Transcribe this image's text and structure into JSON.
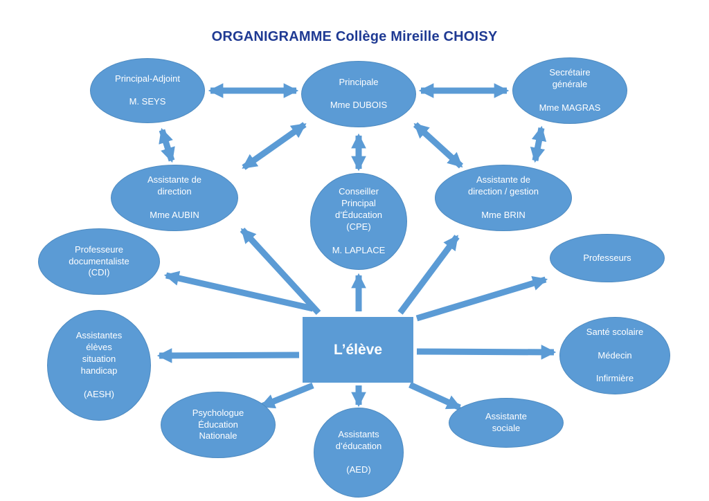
{
  "title": "ORGANIGRAMME Collège Mireille CHOISY",
  "center": {
    "label": "L’élève"
  },
  "nodes": {
    "principal_adjoint": {
      "label": "Principal-Adjoint\n\nM. SEYS"
    },
    "principale": {
      "label": "Principale\n\nMme DUBOIS"
    },
    "secretaire_generale": {
      "label": "Secrétaire\ngénérale\n\nMme MAGRAS"
    },
    "assistante_direction": {
      "label": "Assistante de\ndirection\n\nMme AUBIN"
    },
    "cpe": {
      "label": "Conseiller\nPrincipal\nd’Éducation\n(CPE)\n\nM. LAPLACE"
    },
    "assistante_direction_gestion": {
      "label": "Assistante de\ndirection / gestion\n\nMme BRIN"
    },
    "professeure_documentaliste": {
      "label": "Professeure\ndocumentaliste\n(CDI)"
    },
    "professeurs": {
      "label": "Professeurs"
    },
    "aesh": {
      "label": "Assistantes\nélèves\nsituation\nhandicap\n\n(AESH)"
    },
    "sante_scolaire": {
      "label": "Santé scolaire\n\nMédecin\n\nInfirmière"
    },
    "psychologue": {
      "label": "Psychologue\nÉducation\nNationale"
    },
    "aed": {
      "label": "Assistants\nd’éducation\n\n(AED)"
    },
    "assistante_sociale": {
      "label": "Assistante\nsociale"
    }
  },
  "edges": [
    {
      "from": "principal_adjoint",
      "to": "principale",
      "type": "double"
    },
    {
      "from": "principale",
      "to": "secretaire_generale",
      "type": "double"
    },
    {
      "from": "principal_adjoint",
      "to": "assistante_direction",
      "type": "double"
    },
    {
      "from": "principale",
      "to": "assistante_direction",
      "type": "double"
    },
    {
      "from": "principale",
      "to": "cpe",
      "type": "double"
    },
    {
      "from": "principale",
      "to": "assistante_direction_gestion",
      "type": "double"
    },
    {
      "from": "secretaire_generale",
      "to": "assistante_direction_gestion",
      "type": "double"
    },
    {
      "from": "eleve",
      "to": "assistante_direction",
      "type": "single"
    },
    {
      "from": "eleve",
      "to": "cpe",
      "type": "single"
    },
    {
      "from": "eleve",
      "to": "assistante_direction_gestion",
      "type": "single"
    },
    {
      "from": "eleve",
      "to": "professeure_documentaliste",
      "type": "single"
    },
    {
      "from": "eleve",
      "to": "professeurs",
      "type": "single"
    },
    {
      "from": "eleve",
      "to": "aesh",
      "type": "single"
    },
    {
      "from": "eleve",
      "to": "sante_scolaire",
      "type": "single"
    },
    {
      "from": "eleve",
      "to": "psychologue",
      "type": "single"
    },
    {
      "from": "eleve",
      "to": "aed",
      "type": "single"
    },
    {
      "from": "eleve",
      "to": "assistante_sociale",
      "type": "single"
    }
  ],
  "colors": {
    "node_fill": "#5B9BD5",
    "node_text": "#FFFFFF",
    "arrow": "#5B9BD5",
    "title": "#1F3A93"
  }
}
